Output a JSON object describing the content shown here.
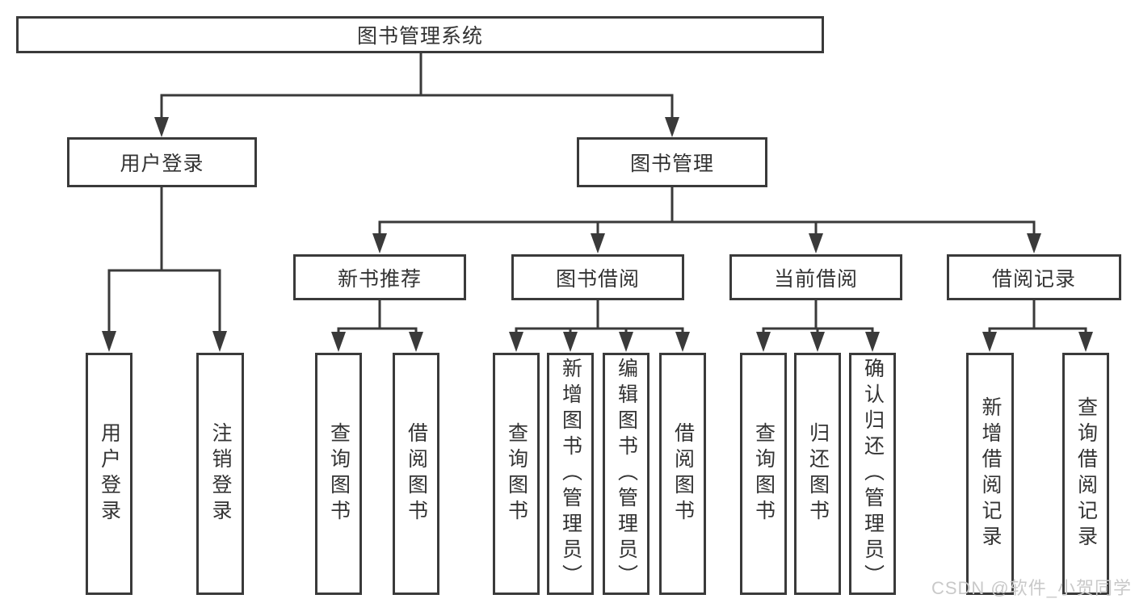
{
  "diagram": {
    "root": {
      "label": "图书管理系统"
    },
    "level2": [
      {
        "label": "用户登录"
      },
      {
        "label": "图书管理"
      }
    ],
    "level3": [
      {
        "label": "新书推荐"
      },
      {
        "label": "图书借阅"
      },
      {
        "label": "当前借阅"
      },
      {
        "label": "借阅记录"
      }
    ],
    "leaves": {
      "user_login": [
        {
          "label": "用户登录"
        },
        {
          "label": "注销登录"
        }
      ],
      "new_books": [
        {
          "label": "查询图书"
        },
        {
          "label": "借阅图书"
        }
      ],
      "book_borrow": [
        {
          "label": "查询图书"
        },
        {
          "label": "新增图书（管理员）"
        },
        {
          "label": "编辑图书（管理员）"
        },
        {
          "label": "借阅图书"
        }
      ],
      "current_borrow": [
        {
          "label": "查询图书"
        },
        {
          "label": "归还图书"
        },
        {
          "label": "确认归还（管理员）"
        }
      ],
      "borrow_records": [
        {
          "label": "新增借阅记录"
        },
        {
          "label": "查询借阅记录"
        }
      ]
    },
    "colors": {
      "line": "#3a3a3a",
      "text": "#333333",
      "background": "#ffffff",
      "watermark": "#c9c9c9"
    }
  },
  "watermark": {
    "text": "CSDN @软件_小贺同学"
  }
}
